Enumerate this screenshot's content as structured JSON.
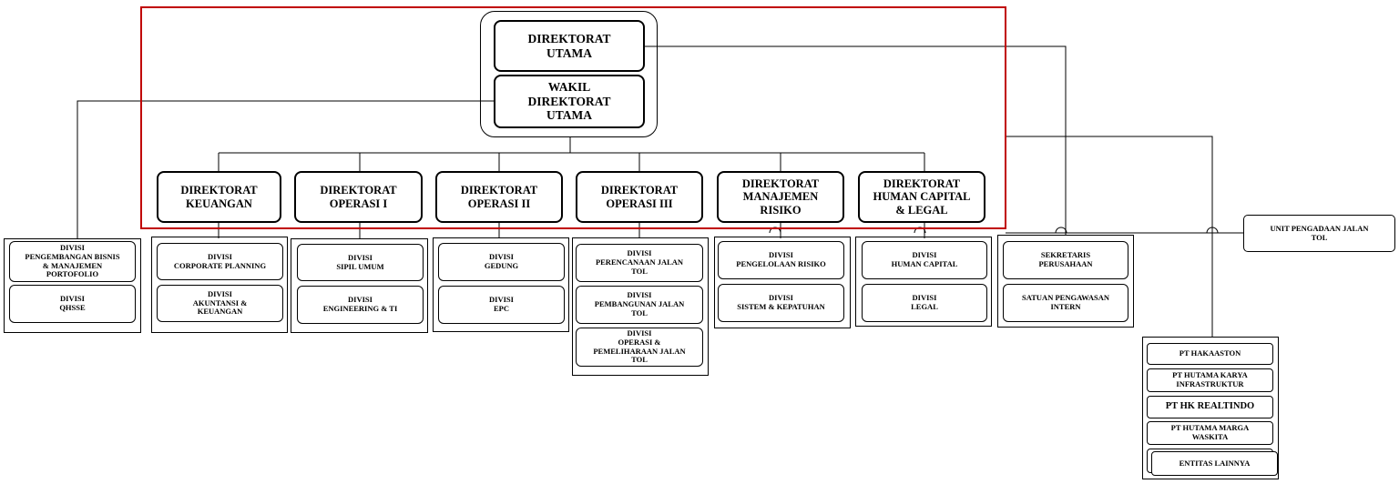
{
  "top": {
    "direktorat_utama": "DIREKTORAT\nUTAMA",
    "wakil_direktorat_utama": "WAKIL\nDIREKTORAT\nUTAMA"
  },
  "directorates": [
    {
      "label": "DIREKTORAT\nKEUANGAN"
    },
    {
      "label": "DIREKTORAT\nOPERASI I"
    },
    {
      "label": "DIREKTORAT\nOPERASI II"
    },
    {
      "label": "DIREKTORAT\nOPERASI III"
    },
    {
      "label": "DIREKTORAT\nMANAJEMEN\nRISIKO"
    },
    {
      "label": "DIREKTORAT\nHUMAN CAPITAL\n& LEGAL"
    }
  ],
  "left_group": [
    "DIVISI\nPENGEMBANGAN BISNIS\n& MANAJEMEN\nPORTOFOLIO",
    "DIVISI\nQHSSE"
  ],
  "divisions": {
    "keuangan": [
      "DIVISI\nCORPORATE PLANNING",
      "DIVISI\nAKUNTANSI &\nKEUANGAN"
    ],
    "operasi_1": [
      "DIVISI\nSIPIL UMUM",
      "DIVISI\nENGINEERING & TI"
    ],
    "operasi_2": [
      "DIVISI\nGEDUNG",
      "DIVISI\nEPC"
    ],
    "operasi_3": [
      "DIVISI\nPERENCANAAN JALAN\nTOL",
      "DIVISI\nPEMBANGUNAN JALAN\nTOL",
      "DIVISI\nOPERASI &\nPEMELIHARAAN JALAN\nTOL"
    ],
    "manajemen_risiko": [
      "DIVISI\nPENGELOLAAN RISIKO",
      "DIVISI\nSISTEM & KEPATUHAN"
    ],
    "human_capital": [
      "DIVISI\nHUMAN CAPITAL",
      "DIVISI\nLEGAL"
    ]
  },
  "corporate": [
    "SEKRETARIS\nPERUSAHAAN",
    "SATUAN PENGAWASAN\nINTERN"
  ],
  "unit_pengadaan": "UNIT PENGADAAN JALAN\nTOL",
  "subsidiaries": [
    "PT HAKAASTON",
    "PT HUTAMA KARYA\nINFRASTRUKTUR",
    "PT HK REALTINDO",
    "PT HUTAMA MARGA\nWASKITA",
    "ENTITAS LAINNYA"
  ],
  "colors": {
    "frame": "#c00000",
    "line": "#000000"
  }
}
